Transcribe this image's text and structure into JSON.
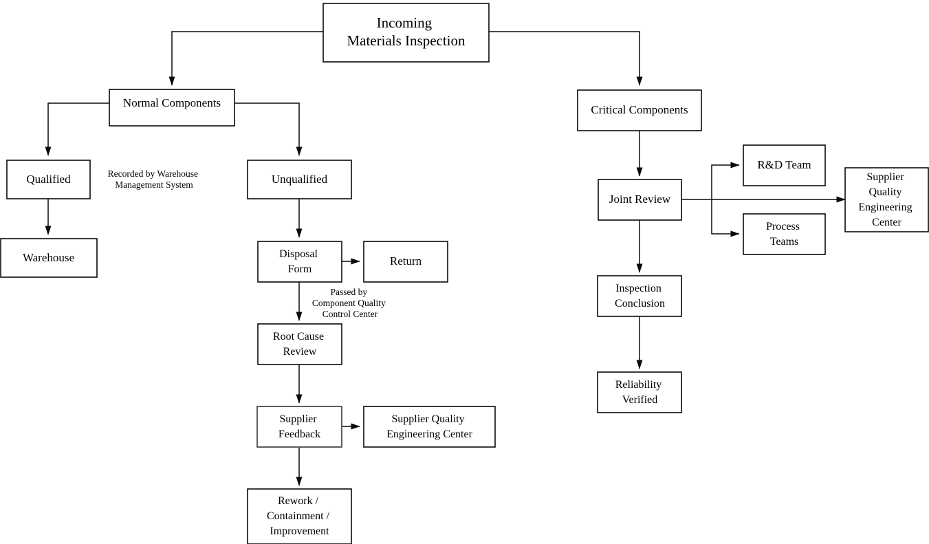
{
  "diagram": {
    "title_node": "Incoming Materials Inspection",
    "type": "flowchart",
    "background_color": "#ffffff",
    "line_color": "#0a0a0a",
    "text_color": "#000000"
  },
  "nodes": {
    "incoming": {
      "lines": [
        "Incoming",
        "Materials Inspection"
      ]
    },
    "normal_components": {
      "lines": [
        "Normal Components"
      ]
    },
    "critical_components": {
      "lines": [
        "Critical Components"
      ]
    },
    "qualified": {
      "lines": [
        "Qualified"
      ]
    },
    "warehouse": {
      "lines": [
        "Warehouse"
      ]
    },
    "unqualified": {
      "lines": [
        "Unqualified"
      ]
    },
    "disposal_form": {
      "lines": [
        "Disposal",
        "Form"
      ]
    },
    "return": {
      "lines": [
        "Return"
      ]
    },
    "root_cause_review": {
      "lines": [
        "Root Cause",
        "Review"
      ]
    },
    "supplier_feedback": {
      "lines": [
        "Supplier",
        "Feedback"
      ]
    },
    "sqec_mid": {
      "lines": [
        "Supplier Quality",
        "Engineering Center"
      ]
    },
    "rework": {
      "lines": [
        "Rework /",
        "Containment /",
        "Improvement"
      ]
    },
    "joint_review": {
      "lines": [
        "Joint Review"
      ]
    },
    "rd_team": {
      "lines": [
        "R&D Team"
      ]
    },
    "process_teams": {
      "lines": [
        "Process",
        "Teams"
      ]
    },
    "sqec_right": {
      "lines": [
        "Supplier",
        "Quality",
        "Engineering",
        "Center"
      ]
    },
    "inspection_conclusion": {
      "lines": [
        "Inspection",
        "Conclusion"
      ]
    },
    "reliability_verified": {
      "lines": [
        "Reliability",
        "Verified"
      ]
    }
  },
  "annotations": {
    "warehouse_note": {
      "lines": [
        "Recorded by Warehouse",
        "Management System"
      ]
    },
    "disposal_note": {
      "lines": [
        "Passed by",
        "Component Quality",
        "Control Center"
      ]
    }
  }
}
